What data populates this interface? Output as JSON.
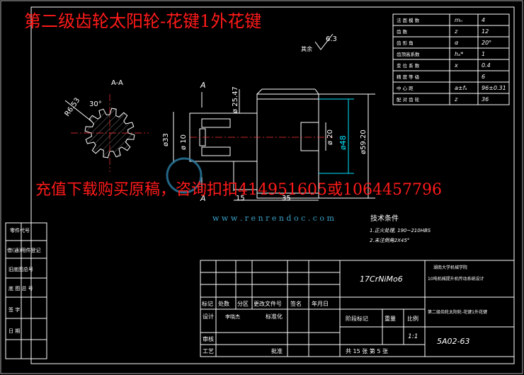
{
  "watermark": {
    "title": "第二级齿轮太阳轮-花键1外花键",
    "ad": "充值下载购买原稿，咨询扣扣414951605或1064457796",
    "site": "w w w . r e n r e n d o c . c o m"
  },
  "params": {
    "rows": [
      {
        "name": "法 面 模 数",
        "symbol": "mₙ",
        "value": "4"
      },
      {
        "name": "齿    数",
        "symbol": "z",
        "value": "12"
      },
      {
        "name": "齿 形 角",
        "symbol": "α",
        "value": "20°"
      },
      {
        "name": "齿顶高系数",
        "symbol": "hₐ*",
        "value": "1"
      },
      {
        "name": "变 位 系 数",
        "symbol": "x",
        "value": "0.4"
      },
      {
        "name": "精 度 等 级",
        "symbol": "",
        "value": "6"
      },
      {
        "name": "中 心 距",
        "symbol": "a±fₐ",
        "value": "96±0.31"
      },
      {
        "name": "配 对 齿 轮",
        "symbol": "z",
        "value": "36"
      }
    ]
  },
  "section_label": "A-A",
  "roughness": {
    "value": "6.3",
    "note": "其余"
  },
  "dims": {
    "r": "R6.53",
    "angle": "30°",
    "d1": "ø 25.47",
    "d2": "ø33",
    "d3": "ø 10",
    "d4": "ø 20",
    "d5": "ø48",
    "d6": "ø59.20",
    "l1": "15",
    "l2": "35",
    "a_top": "A",
    "a_bot": "A"
  },
  "tech": {
    "title": "技术条件",
    "lines": [
      "1.正火处理, 190~210HBS",
      "2.未注倒角2X45°"
    ]
  },
  "left_strip": [
    "零件代号",
    "借(通)用件登记",
    "旧底图总号",
    "底 图 总 号",
    "签   字",
    "日   期"
  ],
  "title_block": {
    "material": "17CrNiMo6",
    "school": "湖南大学机械学院",
    "project": "10吨机械提升机传动系统设计",
    "drawing_name": "第二级齿轮太阳轮-花键1外花键",
    "drawing_no": "5A02-63",
    "headers": [
      "标记",
      "处数",
      "分区",
      "更改文件号",
      "签名",
      "年月日"
    ],
    "sign_rows": [
      "设计",
      "审核",
      "工艺"
    ],
    "designer": "李晓杰",
    "std": "标准化",
    "approve": "批准",
    "stage": "阶段标记",
    "weight": "重量",
    "scale_label": "比例",
    "scale": "1:1",
    "sheets": "共 15 张  第 5 张"
  }
}
